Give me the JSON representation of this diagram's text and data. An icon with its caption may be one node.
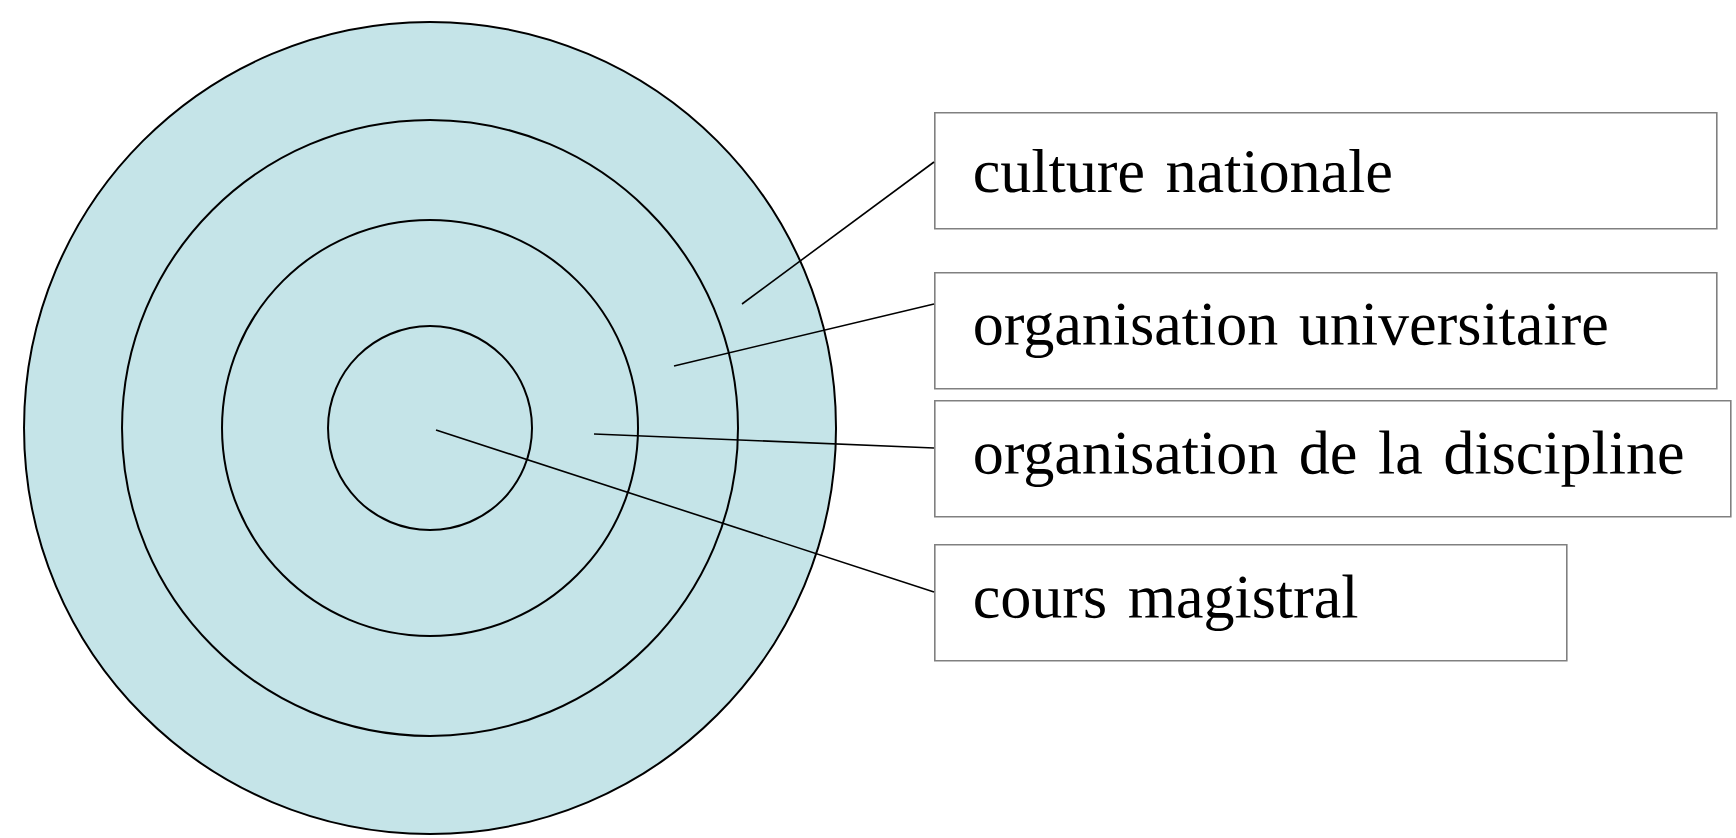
{
  "diagram": {
    "nodes": [
      {
        "text": [],
        "shape": "circle"
      },
      {
        "text": [],
        "shape": "circle",
        "in": 0
      },
      {
        "text": [],
        "shape": "circle",
        "in": 1
      },
      {
        "text": [],
        "shape": "circle",
        "in": 2
      },
      {
        "text": [
          "culture nationale"
        ]
      },
      {
        "text": [
          "organisation universitaire"
        ]
      },
      {
        "text": [
          "organisation de la discipline"
        ]
      },
      {
        "text": [
          "cours magistral"
        ]
      }
    ],
    "edges": [
      {
        "from": 4,
        "to": 0,
        "arrow": "none"
      },
      {
        "from": 5,
        "to": 1,
        "arrow": "none"
      },
      {
        "from": 6,
        "to": 2,
        "arrow": "none"
      },
      {
        "from": 7,
        "to": 3,
        "arrow": "none"
      }
    ]
  }
}
